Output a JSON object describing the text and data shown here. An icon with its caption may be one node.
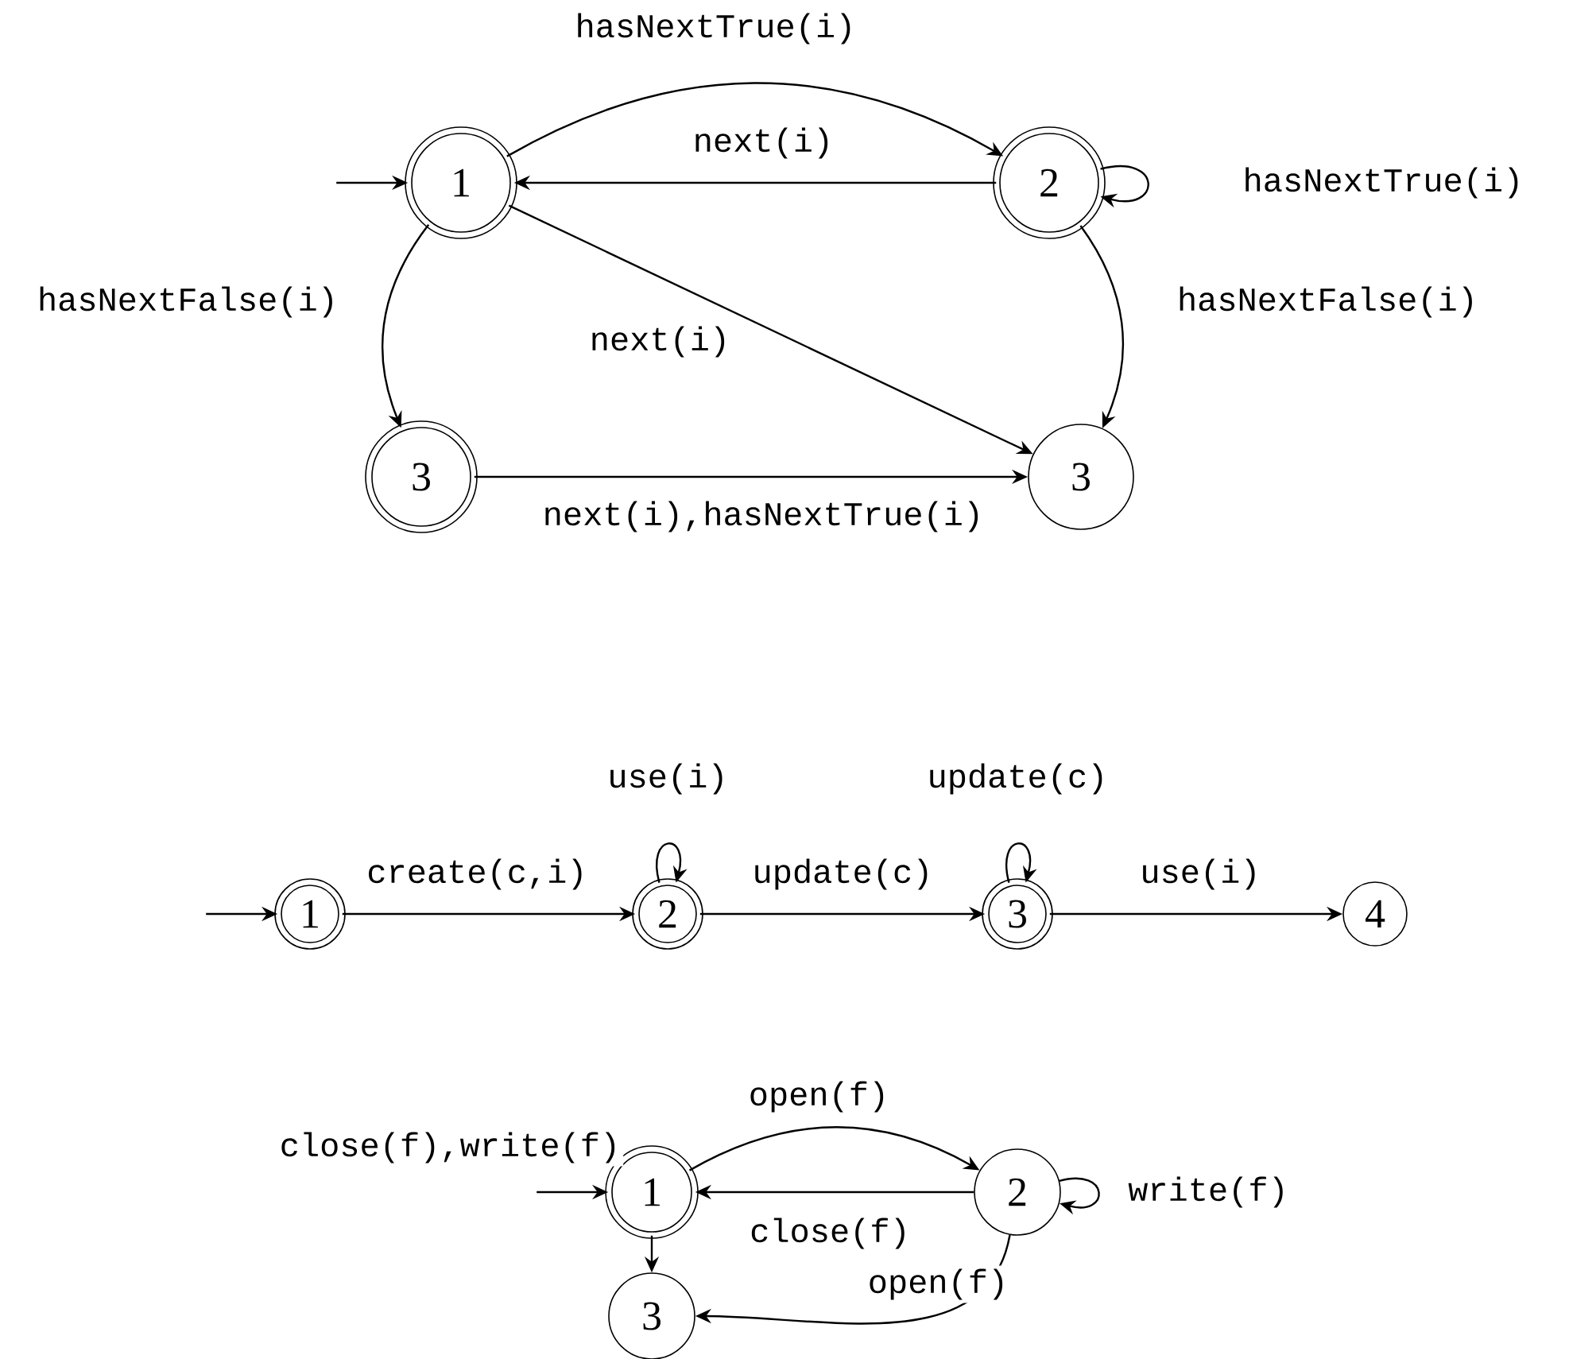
{
  "diagram": {
    "nodes": [
      {
        "text": [
          "1"
        ]
      },
      {
        "text": [
          "2"
        ]
      },
      {
        "text": [
          "3"
        ]
      },
      {
        "text": [
          "3"
        ]
      },
      {
        "text": [
          "1"
        ]
      },
      {
        "text": [
          "2"
        ]
      },
      {
        "text": [
          "3"
        ]
      },
      {
        "text": [
          "4"
        ]
      },
      {
        "text": [
          "1"
        ]
      },
      {
        "text": [
          "2"
        ]
      },
      {
        "text": [
          "3"
        ]
      }
    ],
    "edges": [
      {
        "from": 0,
        "to": 1,
        "arrow": "to",
        "label": "hasNextTrue(i)"
      },
      {
        "from": 1,
        "to": 0,
        "arrow": "to",
        "label": "next(i)"
      },
      {
        "from": 1,
        "to": 1,
        "arrow": "to",
        "label": "hasNextTrue(i)"
      },
      {
        "from": 0,
        "to": 2,
        "arrow": "to",
        "label": "hasNextFalse(i)"
      },
      {
        "from": 0,
        "to": 3,
        "arrow": "to",
        "label": "next(i)"
      },
      {
        "from": 1,
        "to": 3,
        "arrow": "to",
        "label": "hasNextFalse(i)"
      },
      {
        "from": 2,
        "to": 3,
        "arrow": "to",
        "label": "next(i),hasNextTrue(i)"
      },
      {
        "from": null,
        "to": 0,
        "arrow": "to"
      },
      {
        "from": null,
        "to": 4,
        "arrow": "to"
      },
      {
        "from": 4,
        "to": 5,
        "arrow": "to",
        "label": "create(c,i)"
      },
      {
        "from": 5,
        "to": 5,
        "arrow": "to",
        "label": "use(i)"
      },
      {
        "from": 5,
        "to": 6,
        "arrow": "to",
        "label": "update(c)"
      },
      {
        "from": 6,
        "to": 6,
        "arrow": "to",
        "label": "update(c)"
      },
      {
        "from": 6,
        "to": 7,
        "arrow": "to",
        "label": "use(i)"
      },
      {
        "from": null,
        "to": 8,
        "arrow": "to"
      },
      {
        "from": 8,
        "to": 9,
        "arrow": "to",
        "label": "open(f)"
      },
      {
        "from": 9,
        "to": 8,
        "arrow": "to",
        "label": "close(f)"
      },
      {
        "from": 9,
        "to": 9,
        "arrow": "to",
        "label": "write(f)"
      },
      {
        "from": 8,
        "to": 10,
        "arrow": "to",
        "label": "close(f),write(f)"
      },
      {
        "from": 9,
        "to": 10,
        "arrow": "to",
        "label": "open(f)"
      }
    ]
  }
}
